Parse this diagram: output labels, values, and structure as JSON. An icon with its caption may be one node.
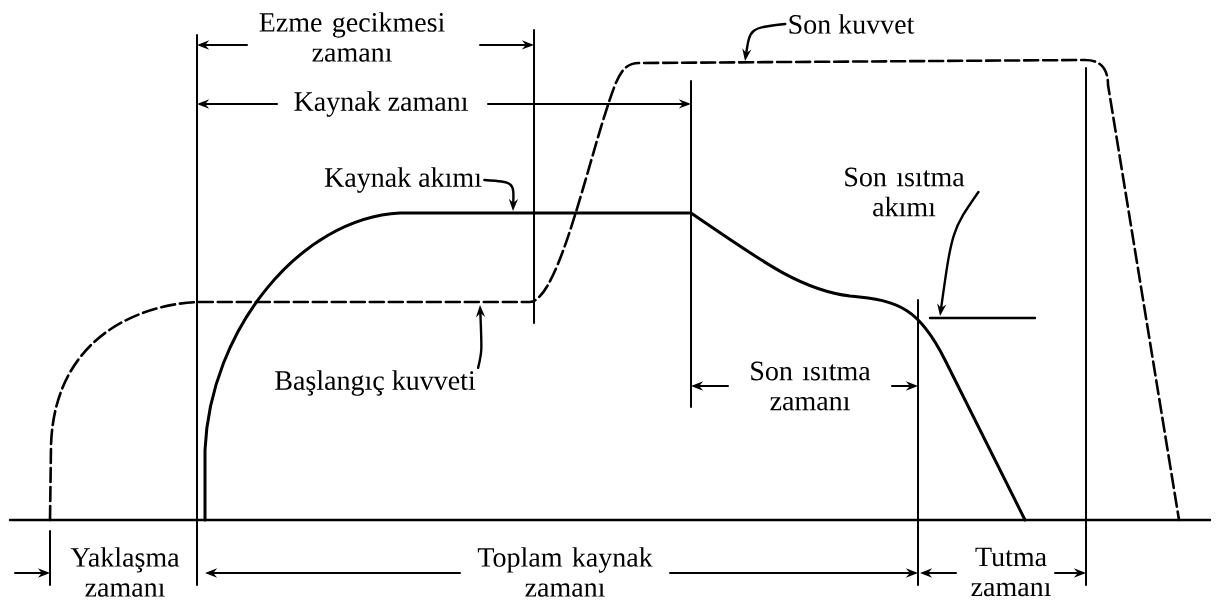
{
  "diagram": {
    "nodes": [
      {
        "text": [
          "Son kuvvet"
        ]
      },
      {
        "text": [
          "Kaynak akımı"
        ]
      },
      {
        "text": [
          "Son ısıtma akımı"
        ]
      },
      {
        "text": [
          "Başlangıç kuvveti"
        ]
      }
    ],
    "edges": [
      {
        "from": 0,
        "to": null,
        "arrow": "to"
      },
      {
        "from": 1,
        "to": null,
        "arrow": "to"
      },
      {
        "from": 2,
        "to": null,
        "arrow": "to"
      },
      {
        "from": 3,
        "to": null,
        "arrow": "to"
      }
    ],
    "labels": [
      "Ezme gecikmesi zamanı",
      "Kaynak zamanı",
      "Son ısıtma zamanı",
      "Yaklaşma zamanı",
      "Toplam kaynak zamanı",
      "Tutma zamanı"
    ]
  }
}
